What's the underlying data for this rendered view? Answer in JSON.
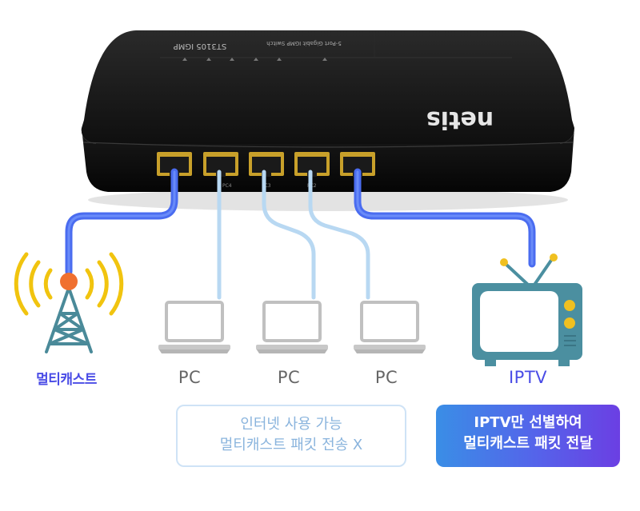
{
  "device": {
    "brand": "netis",
    "model": "ST3105 IGMP",
    "subtitle": "5-Port Gigabit IGMP Switch",
    "port_labels": [
      "PC4",
      "PC3",
      "PC2"
    ]
  },
  "labels": {
    "multicast": "멀티캐스트",
    "pc_1": "PC",
    "pc_2": "PC",
    "pc_3": "PC",
    "iptv": "IPTV"
  },
  "info_boxes": {
    "pc_box": {
      "line1": "인터넷 사용 가능",
      "line2": "멀티캐스트 패킷 전송 X"
    },
    "iptv_box": {
      "line1": "IPTV만 선별하여",
      "line2": "멀티캐스트 패킷 전달"
    }
  },
  "colors": {
    "multicast_cable": "#4a6cf0",
    "pc_cable": "#b8d8f2",
    "accent_text": "#4a4ce6",
    "switch_body": "#141414",
    "port_gold": "#c8a02a",
    "antenna_signal": "#f1c40f",
    "antenna_dot": "#f07030",
    "tower": "#4a8a99",
    "tv_body": "#4b8fa0",
    "tv_screen": "#ffffff",
    "tv_knobs": "#f0c020"
  },
  "icons": [
    "broadcast-tower-icon",
    "laptop-icon",
    "tv-icon"
  ]
}
